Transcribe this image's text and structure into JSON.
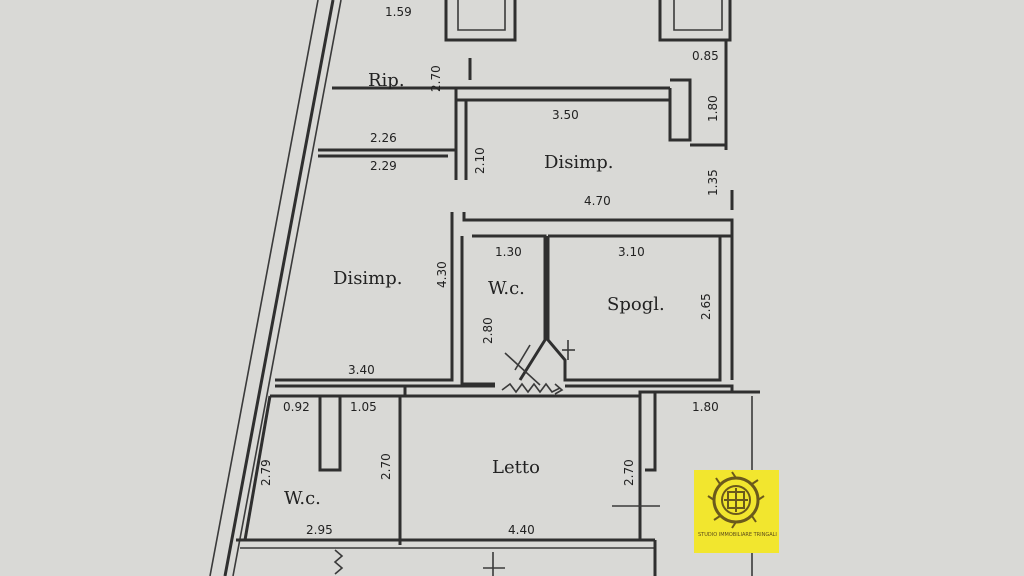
{
  "rooms": {
    "rip": "Rip.",
    "disimp_top": "Disimp.",
    "disimp_left": "Disimp.",
    "wc_center": "W.c.",
    "spogl": "Spogl.",
    "wc_left": "W.c.",
    "letto": "Letto"
  },
  "dimensions": {
    "d_1_59": "1.59",
    "d_2_70_rip": "2.70",
    "d_0_85": "0.85",
    "d_1_80_right": "1.80",
    "d_3_50": "3.50",
    "d_2_26": "2.26",
    "d_2_29": "2.29",
    "d_2_10": "2.10",
    "d_1_35": "1.35",
    "d_4_70": "4.70",
    "d_4_30": "4.30",
    "d_1_30": "1.30",
    "d_3_10": "3.10",
    "d_2_80": "2.80",
    "d_2_65": "2.65",
    "d_3_40": "3.40",
    "d_1_80_low": "1.80",
    "d_0_92": "0.92",
    "d_1_05": "1.05",
    "d_2_79": "2.79",
    "d_2_70_wc": "2.70",
    "d_2_70_letto": "2.70",
    "d_2_95": "2.95",
    "d_4_40": "4.40"
  },
  "stamp": {
    "text": "STUDIO IMMOBILIARE TRINGALI",
    "background": "#f2e62e",
    "mark": "#6b5a1c"
  },
  "colors": {
    "paper": "#d9d9d6",
    "ink": "#2f2f2f"
  }
}
